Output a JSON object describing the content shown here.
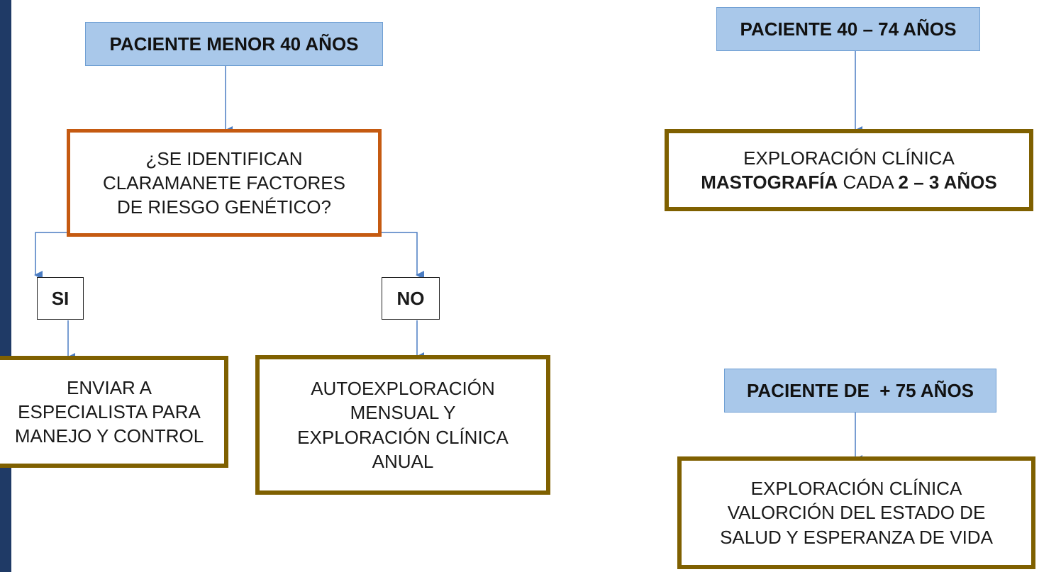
{
  "nodes": {
    "menor40": {
      "label": "PACIENTE MENOR 40 AÑOS"
    },
    "pregunta": {
      "lines": [
        "¿SE IDENTIFICAN",
        "CLARAMANETE FACTORES",
        "DE RIESGO GENÉTICO?"
      ]
    },
    "si": {
      "label": "SI"
    },
    "no": {
      "label": "NO"
    },
    "enviar": {
      "lines": [
        "ENVIAR A",
        "ESPECIALISTA PARA",
        "MANEJO Y CONTROL"
      ]
    },
    "autoexploracion": {
      "lines": [
        "AUTOEXPLORACIÓN",
        "MENSUAL Y",
        "EXPLORACIÓN CLÍNICA",
        "ANUAL"
      ]
    },
    "p40_74": {
      "label": "PACIENTE 40 – 74 AÑOS"
    },
    "mastografia": {
      "line1": "EXPLORACIÓN CLÍNICA",
      "line2_bold_a": "MASTOGRAFÍA",
      "line2_normal": " CADA ",
      "line2_bold_b": "2 – 3 AÑOS"
    },
    "p75": {
      "label": "PACIENTE DE  + 75 AÑOS"
    },
    "valoracion": {
      "lines": [
        "EXPLORACIÓN CLÍNICA",
        "VALORCIÓN DEL ESTADO DE",
        "SALUD Y ESPERANZA DE VIDA"
      ]
    }
  },
  "colors": {
    "blue_fill": "#a9c8ea",
    "orange_border": "#c55a11",
    "olive_border": "#7f6000",
    "arrow": "#4a7cc2",
    "left_bar": "#1f3a66"
  }
}
